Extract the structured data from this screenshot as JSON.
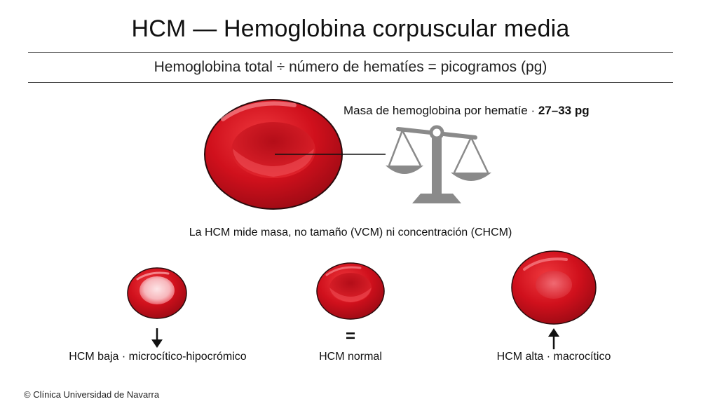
{
  "title": "HCM — Hemoglobina corpuscular media",
  "formula": "Hemoglobina total ÷ número de hematíes = picogramos (pg)",
  "mass_label": {
    "text": "Masa de hemoglobina por hematíe · ",
    "range": "27–33 pg"
  },
  "note": "La HCM mide masa, no tamaño (VCM) ni concentración (CHCM)",
  "categories": {
    "low": {
      "caption": "HCM baja · microcítico-hipocrómico",
      "indicator": "down-arrow-icon"
    },
    "normal": {
      "caption": "HCM normal",
      "indicator": "="
    },
    "high": {
      "caption": "HCM alta · macrocítico",
      "indicator": "up-arrow-icon"
    }
  },
  "credit": "© Clínica Universidad de Navarra",
  "icons": [
    "red-blood-cell-icon",
    "balance-scale-icon"
  ],
  "colors": {
    "cell_red": "#d0101c",
    "cell_dark": "#8e0812",
    "scale_gray": "#8a8a8a",
    "text": "#111111"
  }
}
